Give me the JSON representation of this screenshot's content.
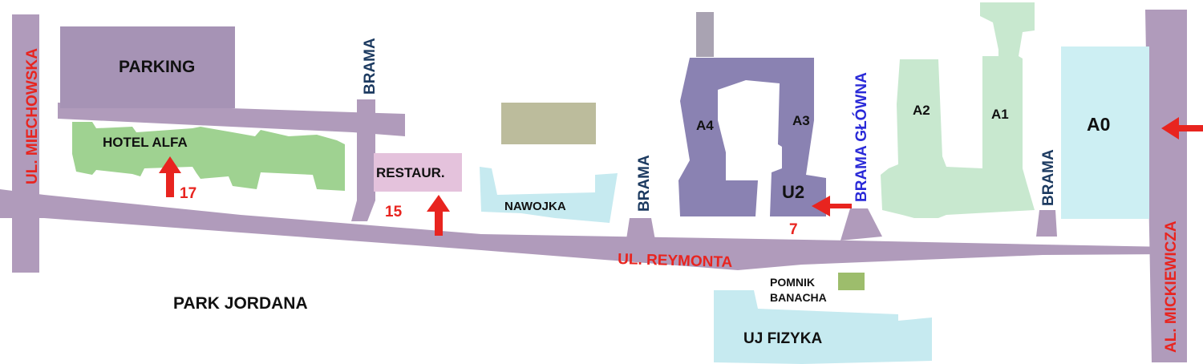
{
  "map": {
    "streets": {
      "miechowska": "UL. MIECHOWSKA",
      "reymonta": "UL. REYMONTA",
      "mickiewicza": "AL. MICKIEWICZA"
    },
    "gates": {
      "brama_1": "BRAMA",
      "brama_2": "BRAMA",
      "brama_glowna": "BRAMA GŁÓWNA",
      "brama_3": "BRAMA"
    },
    "places": {
      "parking": "PARKING",
      "hotel_alfa": "HOTEL ALFA",
      "restaur": "RESTAUR.",
      "nawojka": "NAWOJKA",
      "a4": "A4",
      "a3": "A3",
      "u2": "U2",
      "a2": "A2",
      "a1": "A1",
      "a0": "A0",
      "park_jordana": "PARK JORDANA",
      "pomnik_banacha": [
        "POMNIK",
        "BANACHA"
      ],
      "uj_fizyka": "UJ FIZYKA"
    },
    "entrance_numbers": {
      "hotel": "17",
      "restaurant": "15",
      "u2": "7"
    },
    "colors": {
      "street": "#b09bbb",
      "street_label": "#e8241f",
      "gate_label": "#1c3a60",
      "gate_main_label": "#2a2ad8",
      "arrow": "#e8241f",
      "parking": "#a693b5",
      "green_building": "#9fd291",
      "light_green_building": "#c8e8cf",
      "blue_building": "#8a82b2",
      "cyan_building": "#c6eaf0",
      "a0": "#cdeff3",
      "restaurant": "#e4c2dc",
      "olive": "#bcbc9c",
      "grey": "#a9a3b2",
      "pomnik": "#9dbd6c"
    }
  }
}
